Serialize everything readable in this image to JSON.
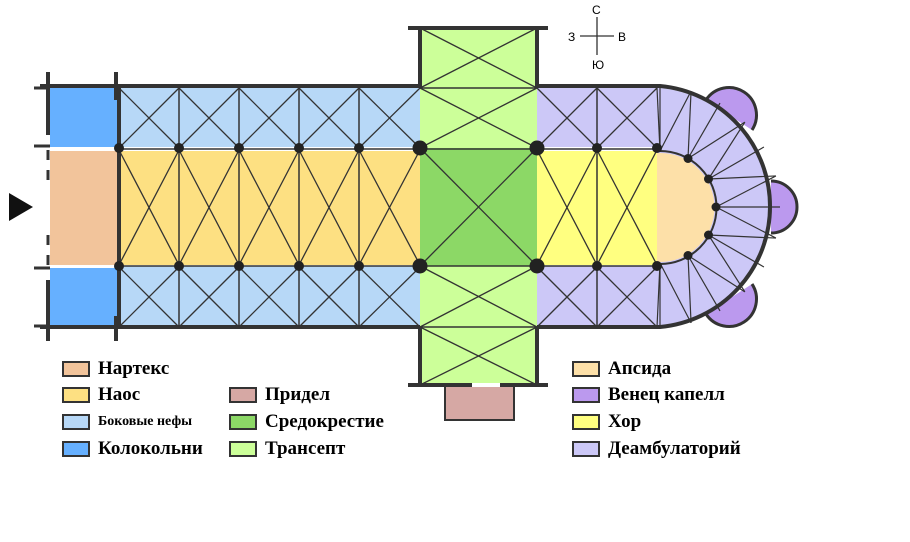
{
  "compass": {
    "north": "С",
    "south": "Ю",
    "west": "З",
    "east": "В"
  },
  "legend": {
    "narthex": "Нартекс",
    "nave": "Наос",
    "aisles": "Боковые нефы",
    "towers": "Колокольни",
    "chapel": "Придел",
    "crossing": "Средокрестие",
    "transept": "Трансепт",
    "apse": "Апсида",
    "chapels_crown": "Венец капелл",
    "choir": "Хор",
    "ambulatory": "Деамбулаторий"
  },
  "colors": {
    "narthex": "#f2c49b",
    "nave": "#fde082",
    "aisles": "#b7d8f7",
    "towers": "#66b0ff",
    "chapel": "#d6a8a4",
    "crossing": "#8cd866",
    "transept": "#ccff99",
    "apse": "#fde0a8",
    "chapels_crown": "#bb99ee",
    "choir": "#ffff80",
    "ambulatory": "#ccc8f7",
    "outline": "#333333"
  }
}
